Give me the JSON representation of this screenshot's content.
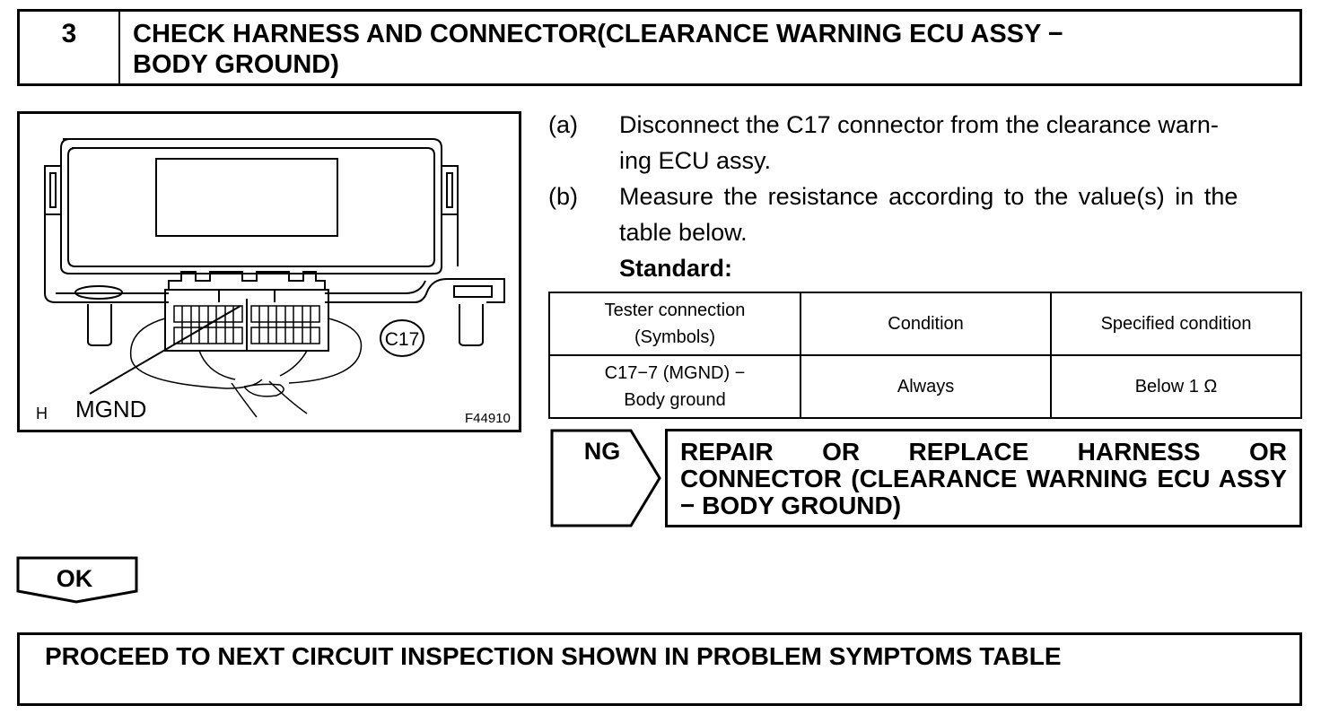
{
  "step": {
    "number": "3",
    "title_line1": "CHECK HARNESS AND CONNECTOR(CLEARANCE WARNING ECU ASSY −",
    "title_line2": "BODY GROUND)"
  },
  "figure": {
    "connector_label": "C17",
    "terminal_label": "MGND",
    "corner_label": "H",
    "figure_id": "F44910"
  },
  "instructions": [
    {
      "label": "(a)",
      "line1": "Disconnect the C17 connector from the clearance warn-",
      "line2": "ing ECU assy."
    },
    {
      "label": "(b)",
      "line1": "Measure the resistance according to the value(s) in the",
      "line2": "table below."
    }
  ],
  "standard_label": "Standard:",
  "spec_table": {
    "headers": {
      "tester_line1": "Tester connection",
      "tester_line2": "(Symbols)",
      "condition": "Condition",
      "specified": "Specified condition"
    },
    "rows": [
      {
        "tester_line1": "C17−7 (MGND) −",
        "tester_line2": "Body ground",
        "condition": "Always",
        "specified": "Below 1 Ω"
      }
    ]
  },
  "ng": {
    "label": "NG",
    "action": "REPAIR OR REPLACE HARNESS OR CONNECTOR (CLEARANCE WARNING ECU ASSY − BODY GROUND)"
  },
  "ok": {
    "label": "OK"
  },
  "proceed": {
    "text": "PROCEED TO NEXT CIRCUIT INSPECTION SHOWN IN PROBLEM SYMPTOMS TABLE"
  }
}
